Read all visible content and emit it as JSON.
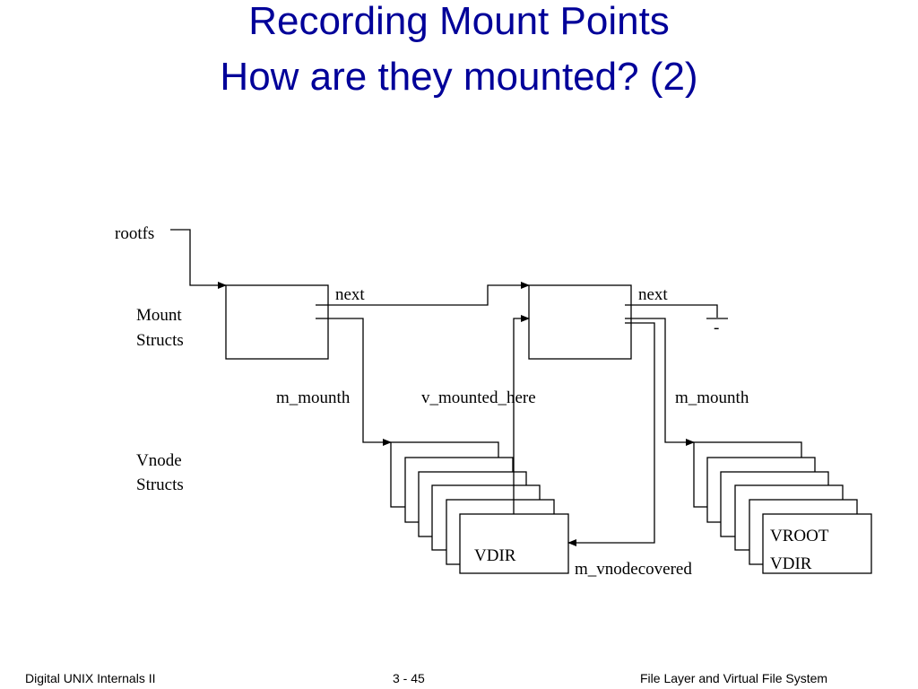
{
  "slide": {
    "title_line1": "Recording Mount Points",
    "title_line2": "How are they mounted? (2)"
  },
  "diagram": {
    "rootfs": "rootfs",
    "mount_structs_line1": "Mount",
    "mount_structs_line2": "Structs",
    "vnode_structs_line1": "Vnode",
    "vnode_structs_line2": "Structs",
    "next_label_1": "next",
    "next_label_2": "next",
    "null_mark": "-",
    "m_mounth_1": "m_mounth",
    "v_mounted_here": "v_mounted_here",
    "m_mounth_2": "m_mounth",
    "vdir_left": "VDIR",
    "vroot": "VROOT",
    "vdir_right": "VDIR",
    "m_vnodecovered": "m_vnodecovered"
  },
  "footer": {
    "left": "Digital UNIX Internals II",
    "center": "3 - 45",
    "right": "File Layer and Virtual File System"
  }
}
